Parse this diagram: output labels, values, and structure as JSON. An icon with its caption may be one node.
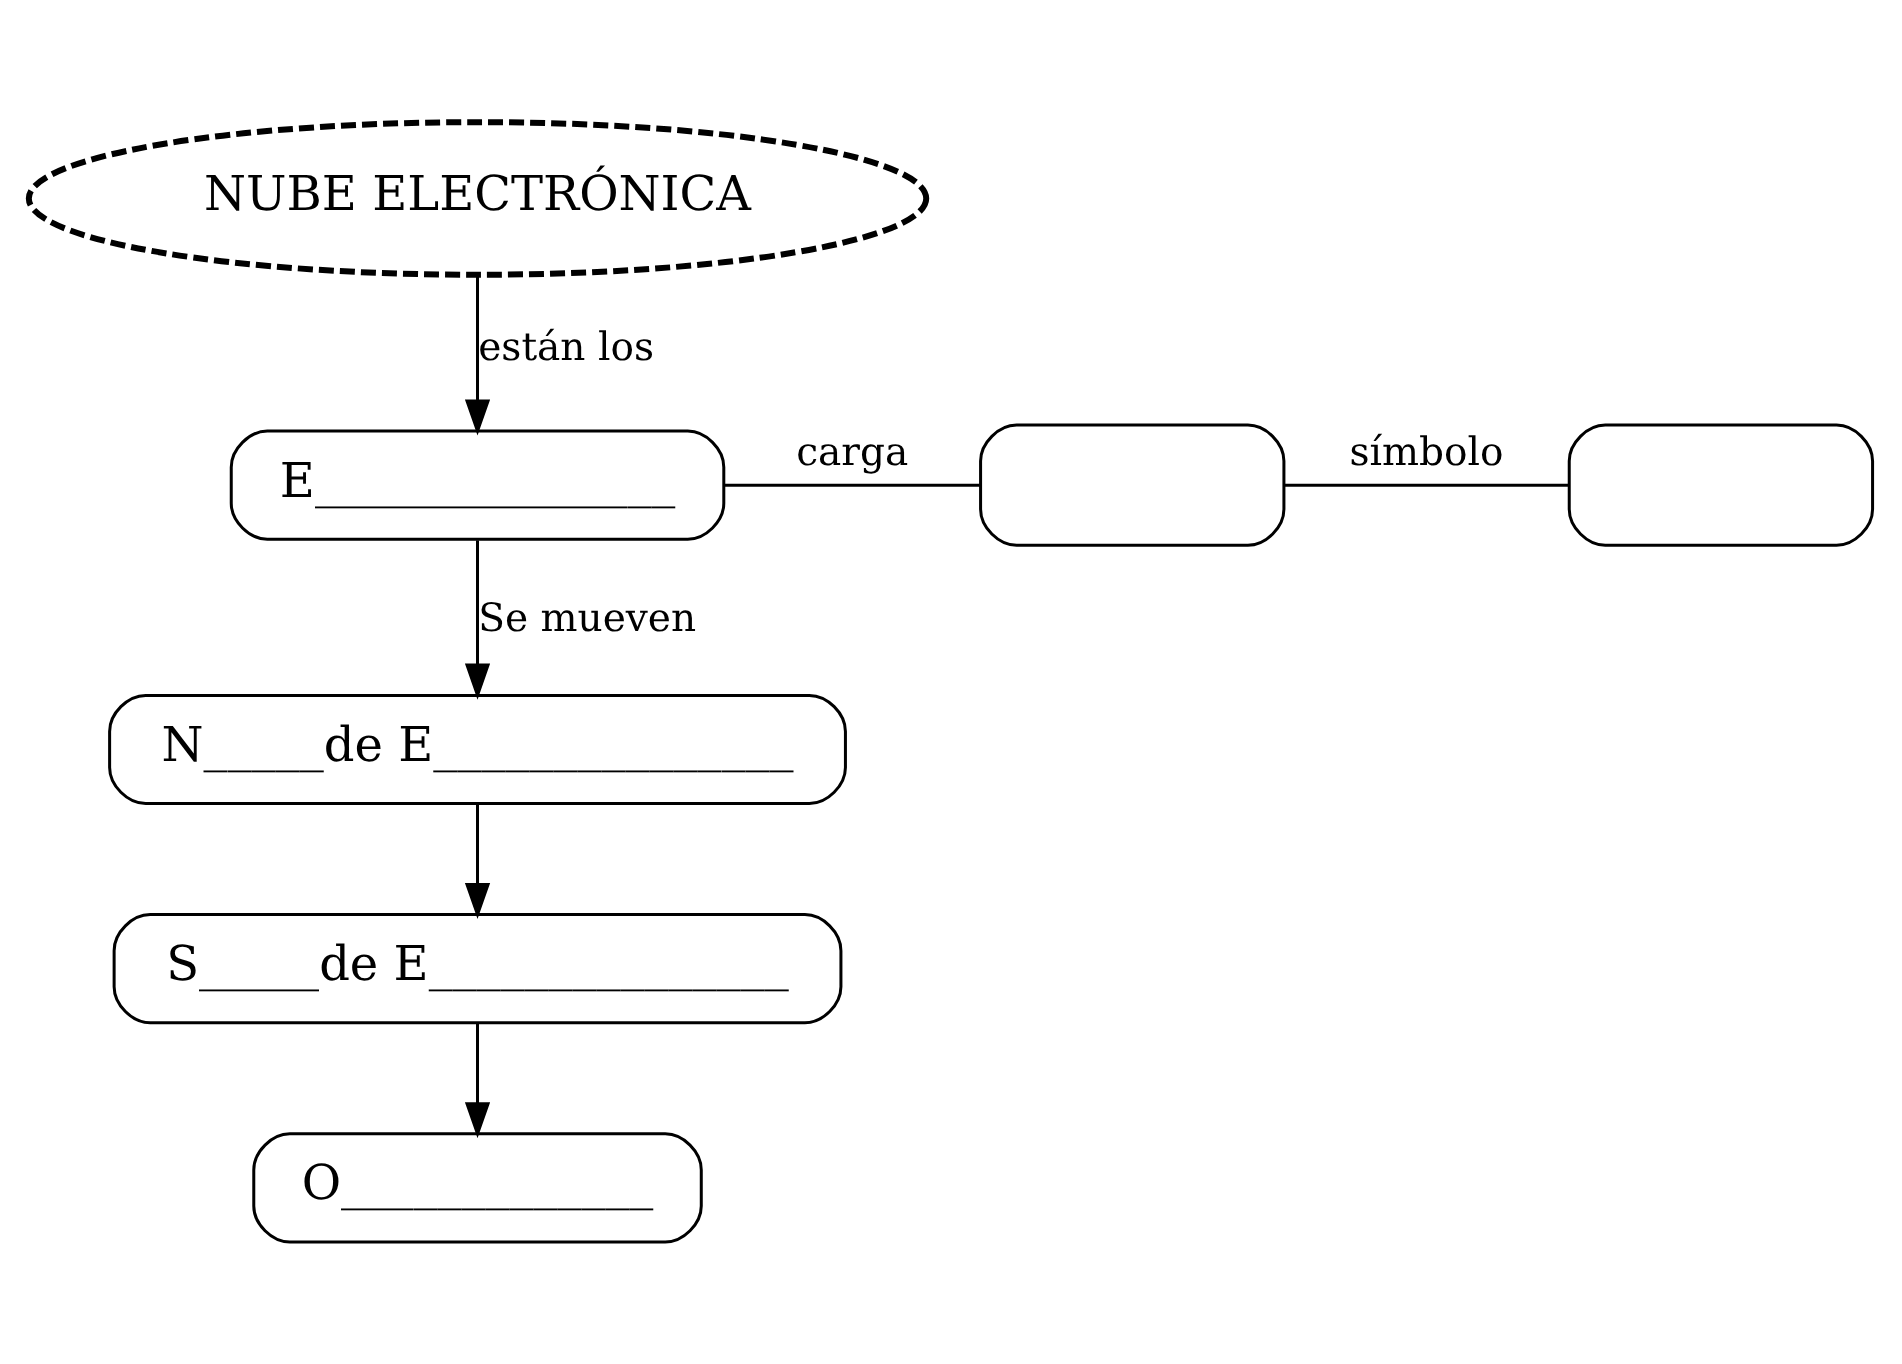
{
  "diagram": {
    "nodes": [
      {
        "text": [
          "NUBE ELECTRÓNICA"
        ]
      },
      {
        "text": [
          "E_______________"
        ]
      },
      {
        "text": [],
        "shape": "box"
      },
      {
        "text": [],
        "shape": "box"
      },
      {
        "text": [
          "N_____de E_______________"
        ]
      },
      {
        "text": [
          "S_____de E_______________"
        ]
      },
      {
        "text": [
          "O_____________"
        ]
      }
    ],
    "edges": [
      {
        "from": 0,
        "to": 1,
        "arrow": "to",
        "label": "están los"
      },
      {
        "from": 1,
        "to": 2,
        "arrow": "none",
        "label": "carga"
      },
      {
        "from": 2,
        "to": 3,
        "arrow": "none",
        "label": "símbolo"
      },
      {
        "from": 1,
        "to": 4,
        "arrow": "to",
        "label": "Se mueven"
      },
      {
        "from": 4,
        "to": 5,
        "arrow": "to"
      },
      {
        "from": 5,
        "to": 6,
        "arrow": "to"
      }
    ]
  }
}
